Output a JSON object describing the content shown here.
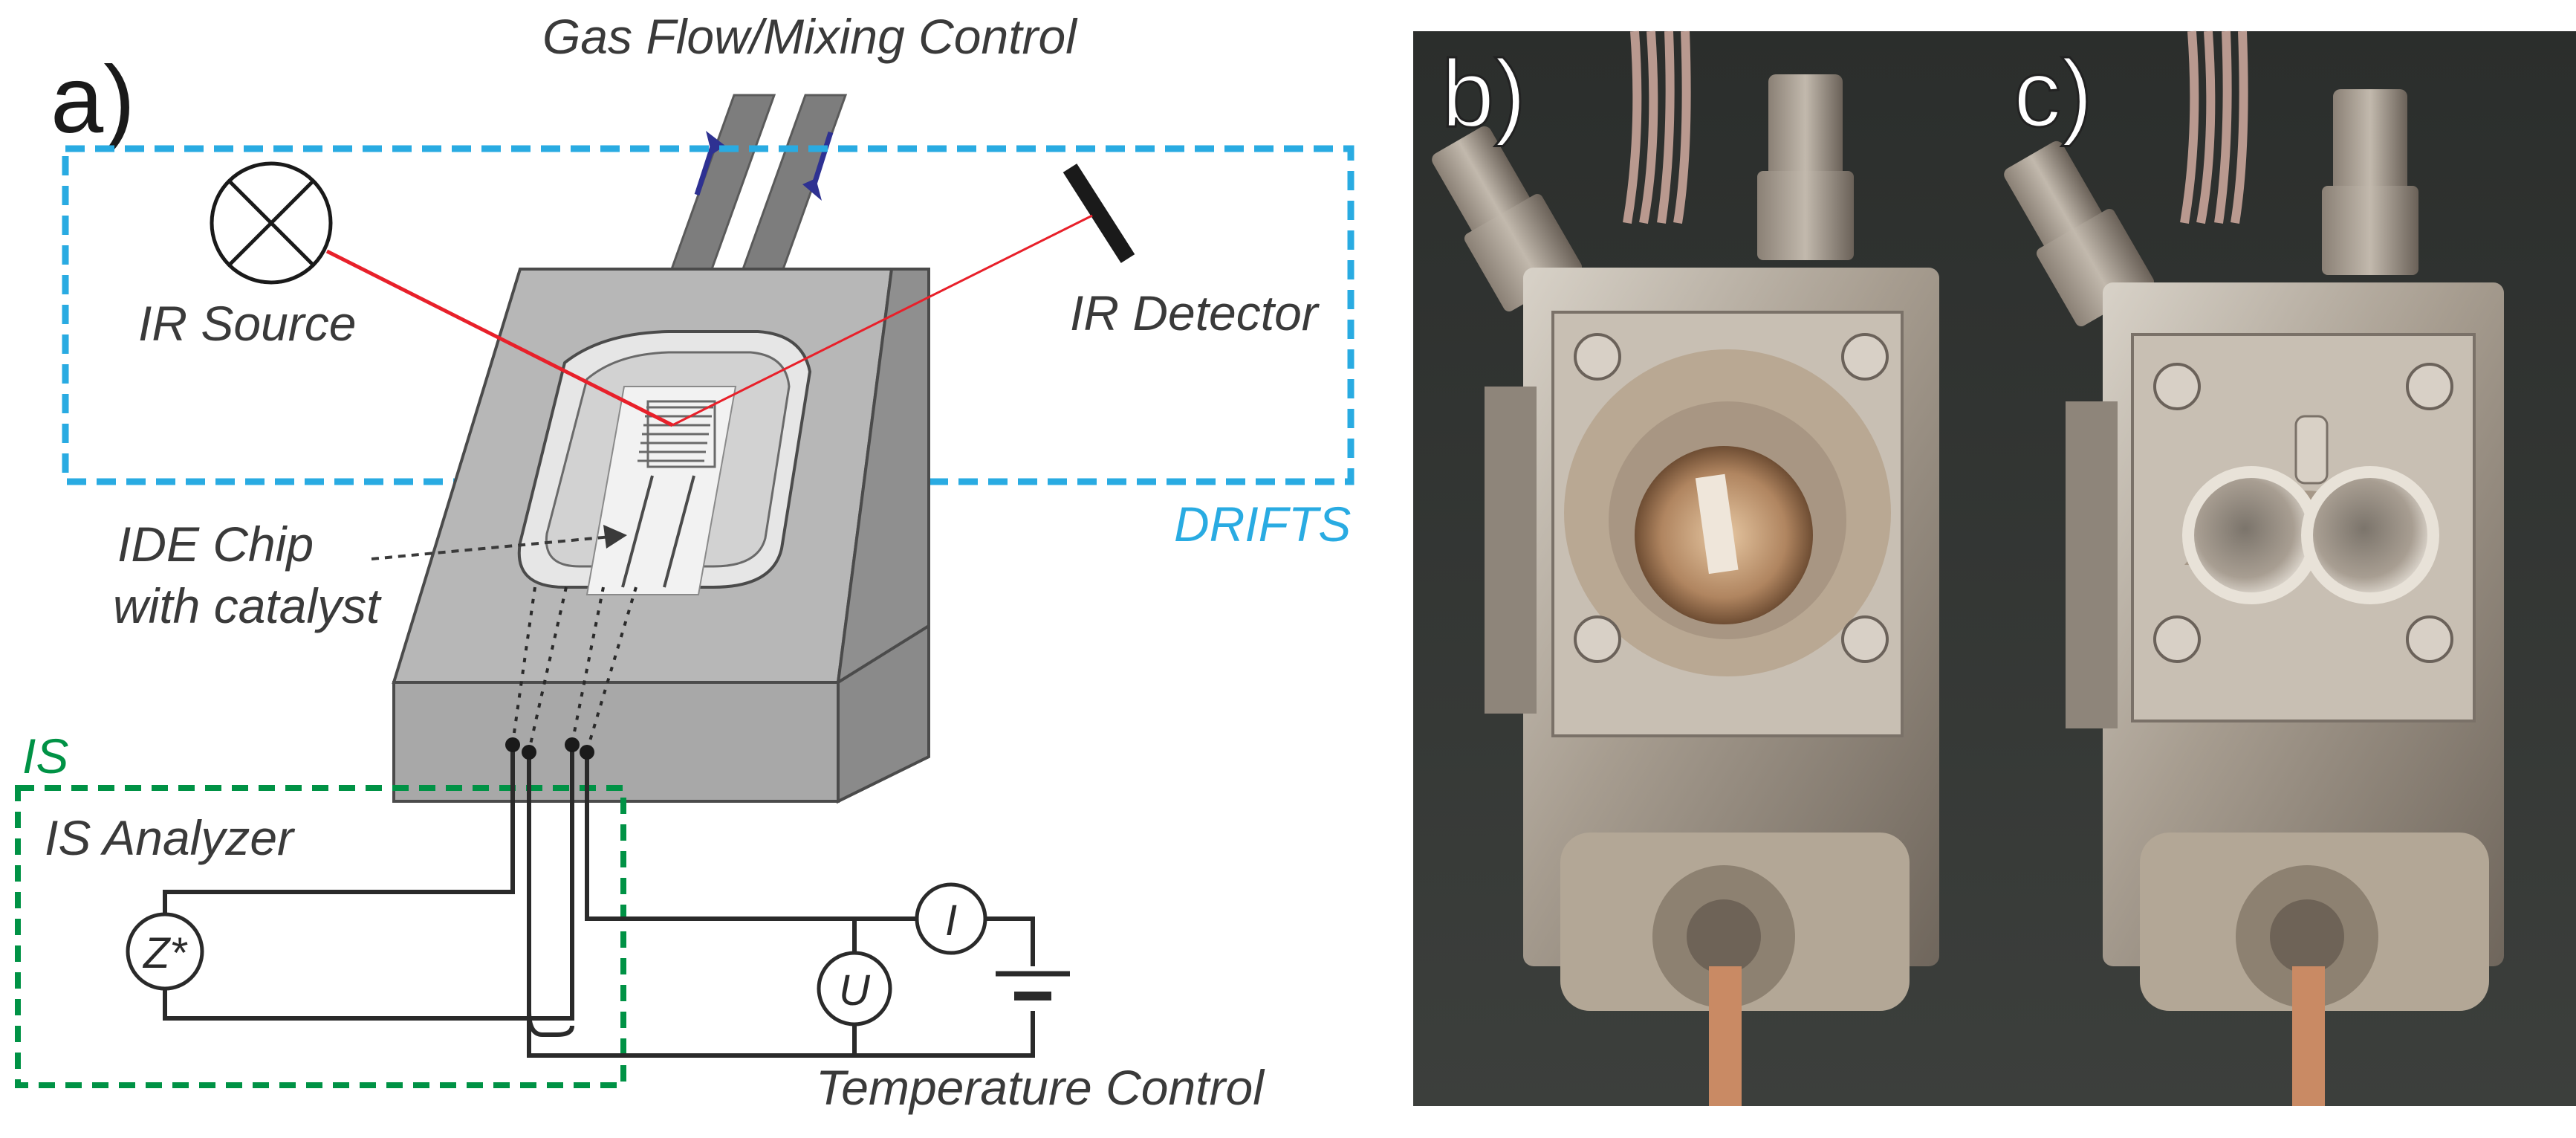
{
  "panels": {
    "a": "a)",
    "b": "b)",
    "c": "c)"
  },
  "labels": {
    "gas_flow": "Gas Flow/Mixing Control",
    "ir_source": "IR Source",
    "ir_detector": "IR Detector",
    "drifts": "DRIFTS",
    "ide_chip_line1": "IDE Chip",
    "ide_chip_line2": "with catalyst",
    "is": "IS",
    "is_analyzer": "IS Analyzer",
    "impedance": "Z*",
    "voltage": "U",
    "current": "I",
    "temperature_control": "Temperature Control"
  },
  "colors": {
    "drifts_box": "#29abe2",
    "is_box": "#009245",
    "ir_beam": "#e8202a",
    "flow_arrow": "#2e3192",
    "cell_gray": "#9b9b9b"
  }
}
